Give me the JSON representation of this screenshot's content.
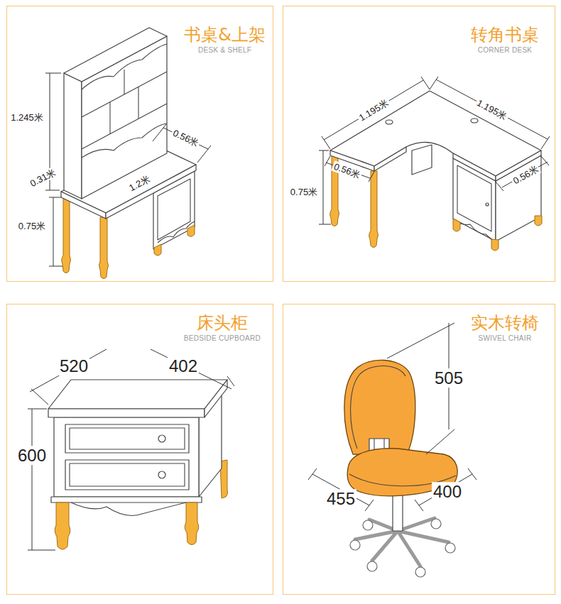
{
  "diagram": {
    "nodes": [
      {
        "text": [
          "书桌&上架",
          "DESK & SHELF"
        ]
      },
      {
        "text": [
          "转角书桌",
          "CORNER DESK"
        ]
      },
      {
        "text": [
          "床头柜",
          "BEDSIDE CUPBOARD"
        ]
      },
      {
        "text": [
          "实木转椅",
          "SWIVEL CHAIR"
        ]
      }
    ],
    "labels": [
      "1.245米",
      "0.31米",
      "0.56米",
      "1.2米",
      "0.75米",
      "1.195米",
      "1.195米",
      "0.56米",
      "0.56米",
      "0.75米",
      "520",
      "402",
      "600",
      "505",
      "455",
      "400"
    ]
  }
}
